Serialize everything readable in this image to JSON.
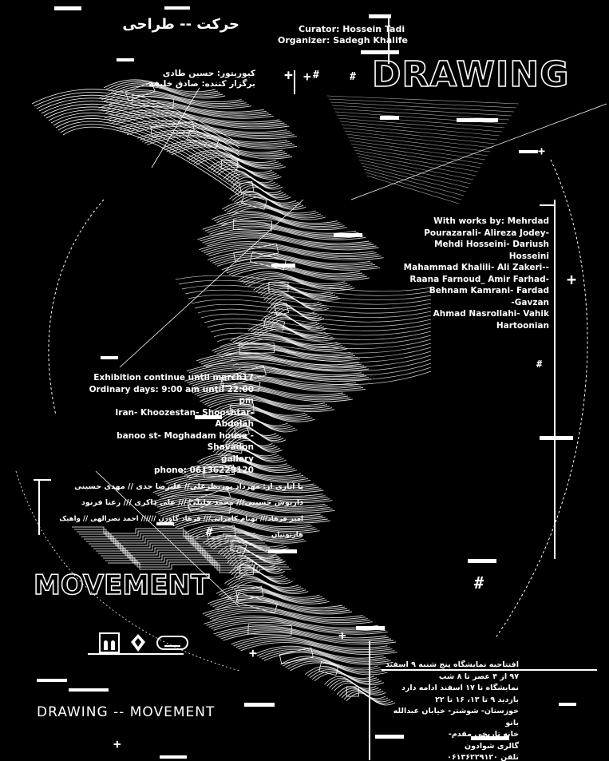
{
  "title_fa": "حرکت -- طراحی",
  "curator_en": "Curator: Hossein Tadi",
  "organizer_en": "Organizer: Sadegh Khalife",
  "curator_fa": "کیوریتور: حسین طادی",
  "organizer_fa": "برگزار کننده: صادق خلیفه",
  "drawing_en": "DRAWING",
  "movement_en": "MOVEMENT",
  "bottom_title": "DRAWING -- MOVEMENT",
  "artists_en": [
    "With works by: Mehrdad",
    "Pourazarali- Alireza Jodey-",
    "Mehdi Hosseini- Dariush",
    "Hosseini",
    "Mahammad Khalili- Ali Zakeri--",
    "Raana Farnoud_ Amir Farhad-",
    "Behnam Kamrani- Fardad",
    "-Gavzan",
    "Ahmad Nasrollahi- Vahik",
    "Hartoonian"
  ],
  "exhibition_en": [
    "Exhibition continue until  march17",
    "Ordinary days: 9:00 am until 22:00 pm",
    "Iran- Khoozestan- Shooshtar- Abdolah",
    "banoo st- Moghadam house -Shavadon",
    "gallery",
    "phone: 06136229120"
  ],
  "artists_fa": [
    "با آثاری از: مهرداد پورنظرعلی// علیرضا جدی // مهدی حسینی",
    "داریوش حسینی/// محمد خلیلی /// علی ذاکری /// رعنا فرنود",
    "امیر فرهاد/// بهنام کامرانی/// فرهاد گاوزن ////// احمد نصرالهی // واهیک هارتونیان"
  ],
  "exhibition_fa": [
    "افتتاحیه نمایشگاه پنج شنبه ۹ اسفند",
    "۹۷ از ۴ عصر تا ۸ شب",
    "نمایشگاه تا ۱۷ اسفند ادامه دارد",
    "بازدید ۹ تا ۱۳، ۱۶ تا ۲۲",
    "خوزستان- شوشتر- خیابان عبدالله بانو",
    "خانه تاریخی مقدم-",
    "گالری شوادون",
    "تلفن ۰۶۱۳۶۲۲۹۱۲۰"
  ],
  "logos": [
    "building-logo",
    "ornament-logo",
    "shavadon-logo"
  ]
}
